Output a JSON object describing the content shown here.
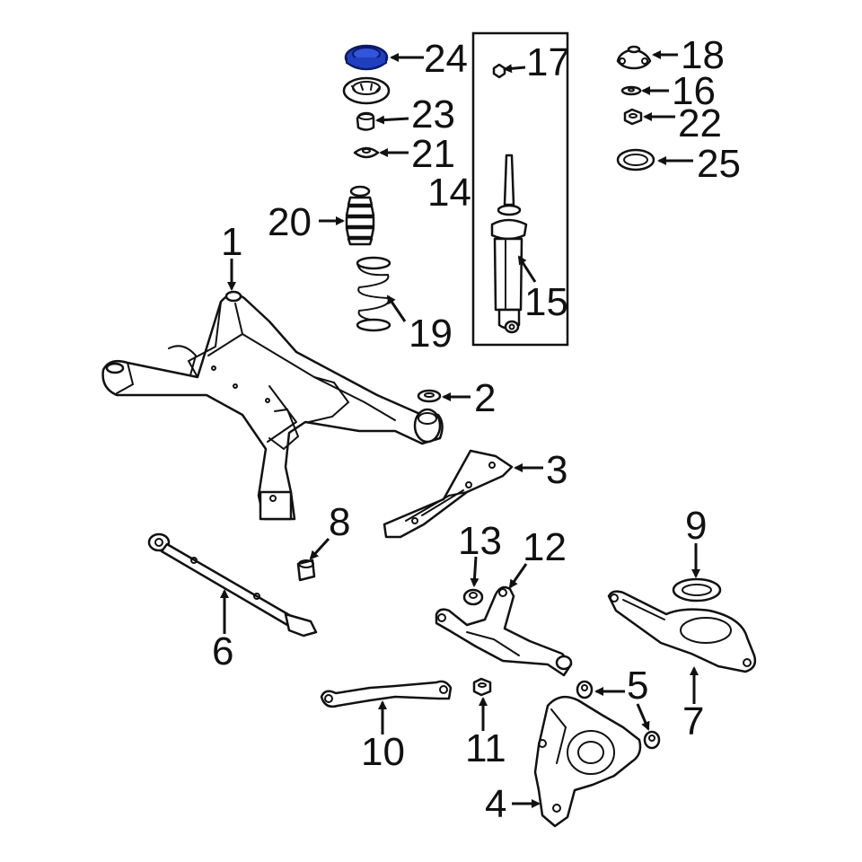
{
  "diagram": {
    "callouts": {
      "c1": "1",
      "c2": "2",
      "c3": "3",
      "c4": "4",
      "c5": "5",
      "c6": "6",
      "c7": "7",
      "c8": "8",
      "c9": "9",
      "c10": "10",
      "c11": "11",
      "c12": "12",
      "c13": "13",
      "c14": "14",
      "c15": "15",
      "c16": "16",
      "c17": "17",
      "c18": "18",
      "c19": "19",
      "c20": "20",
      "c21": "21",
      "c22": "22",
      "c23": "23",
      "c24": "24",
      "c25": "25"
    },
    "highlight_color": "#1f3fbf"
  }
}
